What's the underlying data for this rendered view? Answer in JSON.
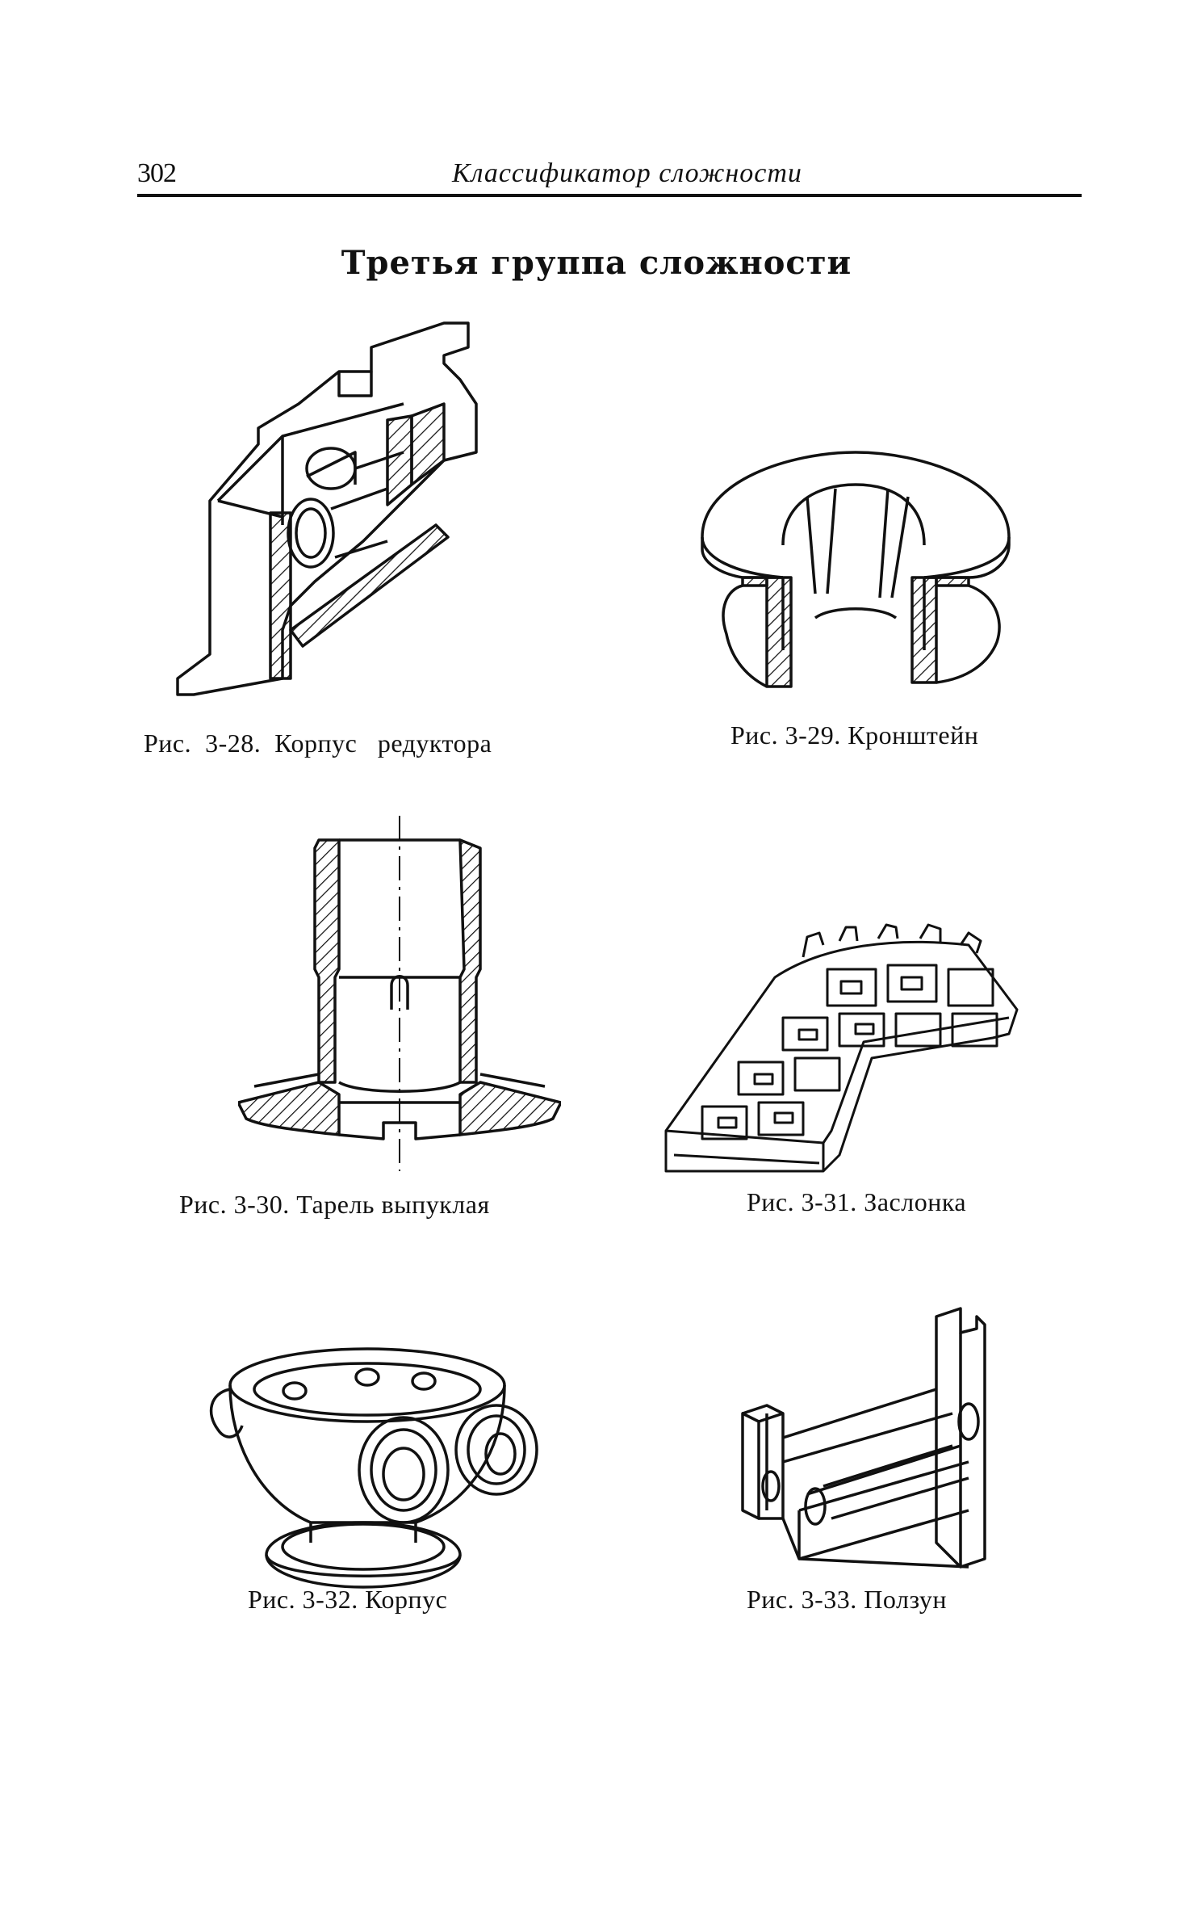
{
  "header": {
    "page_number": "302",
    "running_title": "Классификатор сложности"
  },
  "section_title": "Третья группа сложности",
  "figures": [
    {
      "caption": "Рис.  3-28.  Корпус   редуктора",
      "icon": "gearbox-housing-drawing"
    },
    {
      "caption": "Рис. 3-29. Кронштейн",
      "icon": "bracket-drawing"
    },
    {
      "caption": "Рис. 3-30. Тарель выпуклая",
      "icon": "convex-plate-drawing"
    },
    {
      "caption": "Рис. 3-31. Заслонка",
      "icon": "damper-grid-drawing"
    },
    {
      "caption": "Рис. 3-32. Корпус",
      "icon": "housing-drawing"
    },
    {
      "caption": "Рис. 3-33. Ползун",
      "icon": "slider-drawing"
    }
  ]
}
